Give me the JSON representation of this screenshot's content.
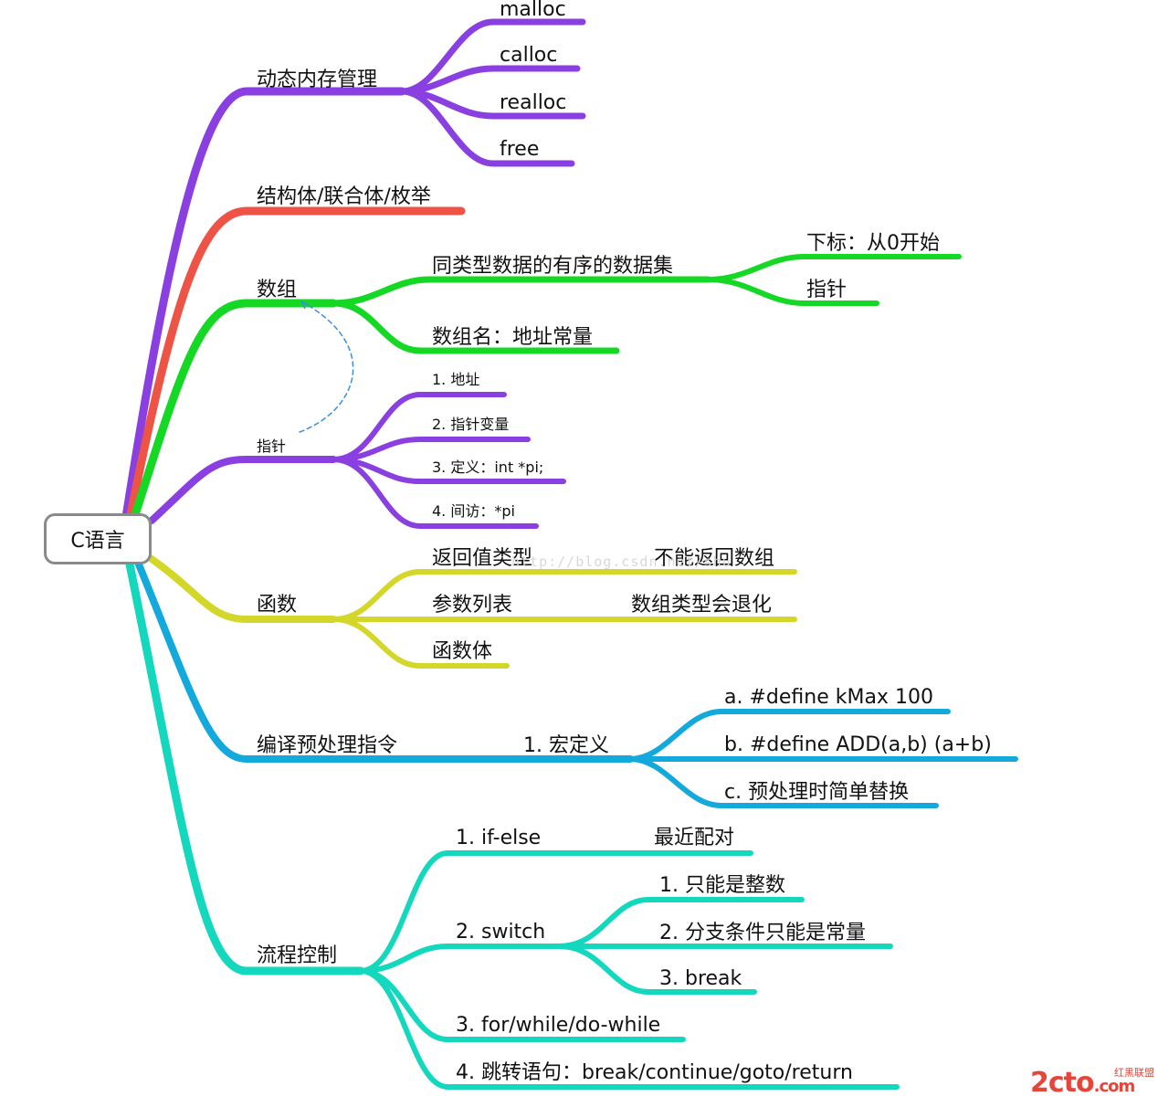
{
  "root": {
    "label": "C语言",
    "border_color": "#8a8a8a"
  },
  "branches": {
    "memory": {
      "color": "#8a3fe0",
      "label": "动态内存管理",
      "children": [
        "malloc",
        "calloc",
        "realloc",
        "free"
      ]
    },
    "struct": {
      "color": "#ee5446",
      "label": "结构体/联合体/枚举"
    },
    "array": {
      "color": "#14d824",
      "label": "数组",
      "child1": "同类型数据的有序的数据集",
      "child1_children": [
        "下标：从0开始",
        "指针"
      ],
      "child2": "数组名：地址常量"
    },
    "pointer": {
      "color": "#8a3fe0",
      "label": "指针",
      "children": [
        "1. 地址",
        "2. 指针变量",
        "3. 定义：int *pi;",
        "4. 间访：*pi"
      ],
      "relation_color": "#3b8fe0"
    },
    "function": {
      "color": "#d3d72a",
      "label": "函数",
      "children": [
        "返回值类型",
        "参数列表",
        "函数体"
      ],
      "notes": [
        "不能返回数组",
        "数组类型会退化"
      ]
    },
    "preprocess": {
      "color": "#13a9dc",
      "label": "编译预处理指令",
      "child": "1. 宏定义",
      "macro_children": [
        "a. #define kMax 100",
        "b. #define ADD(a,b) (a+b)",
        "c. 预处理时简单替换"
      ]
    },
    "flow": {
      "color": "#14d8be",
      "label": "流程控制",
      "ifelse": "1. if-else",
      "ifelse_note": "最近配对",
      "switch": "2. switch",
      "switch_children": [
        "1. 只能是整数",
        "2. 分支条件只能是常量",
        "3. break"
      ],
      "loops": "3. for/while/do-while",
      "jumps": "4. 跳转语句：break/continue/goto/return"
    }
  },
  "watermark": {
    "url": "http://blog.csdn.net/shu",
    "logo": "2cto",
    "logo_suffix": ".com",
    "logo_sub": "红黑联盟"
  }
}
